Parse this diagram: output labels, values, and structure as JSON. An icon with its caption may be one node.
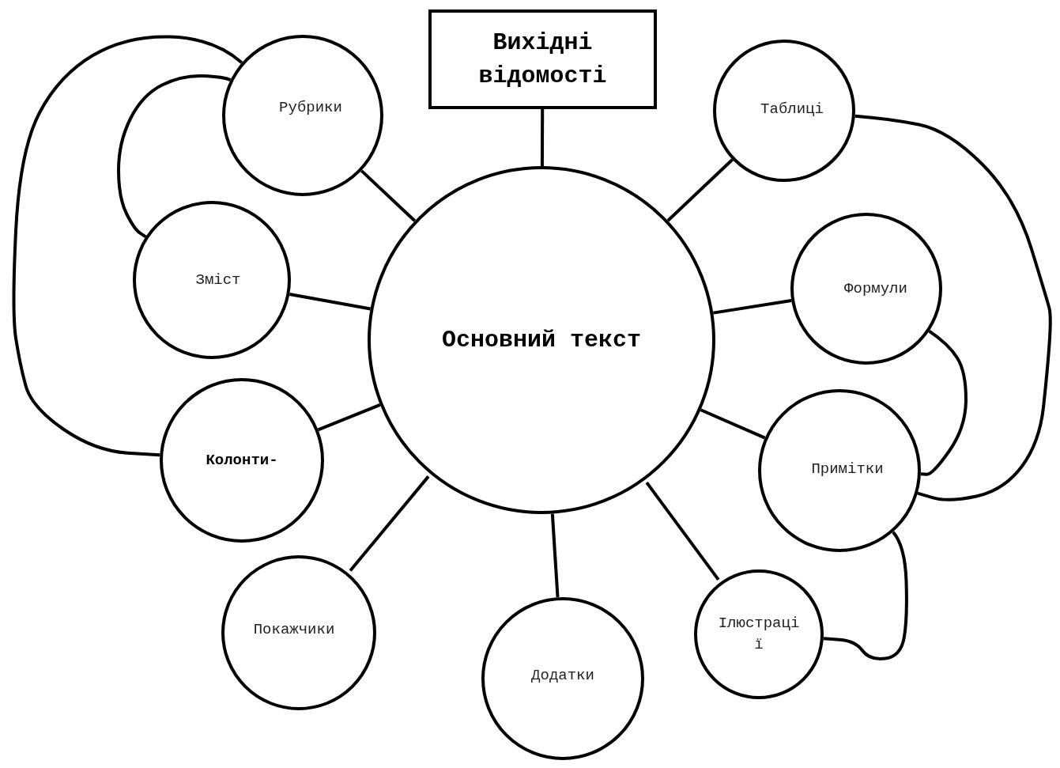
{
  "diagram": {
    "nodes": [
      {
        "text": [
          "Вихідні відомості"
        ]
      },
      {
        "text": [
          "Рубрики"
        ]
      },
      {
        "text": [
          "Таблиці"
        ]
      },
      {
        "text": [
          "Зміст"
        ]
      },
      {
        "text": [
          "Основний текст"
        ]
      },
      {
        "text": [
          "Формули"
        ]
      },
      {
        "text": [
          "Колонти-"
        ]
      },
      {
        "text": [
          "Примітки"
        ]
      },
      {
        "text": [
          "Покажчики"
        ]
      },
      {
        "text": [
          "Додатки"
        ]
      },
      {
        "text": [
          "Ілюстрації"
        ]
      }
    ],
    "edges": [
      {
        "from": 4,
        "to": 0,
        "arrow": "none"
      },
      {
        "from": 4,
        "to": 1,
        "arrow": "none"
      },
      {
        "from": 4,
        "to": 2,
        "arrow": "none"
      },
      {
        "from": 4,
        "to": 3,
        "arrow": "none"
      },
      {
        "from": 4,
        "to": 5,
        "arrow": "none"
      },
      {
        "from": 4,
        "to": 6,
        "arrow": "none"
      },
      {
        "from": 4,
        "to": 7,
        "arrow": "none"
      },
      {
        "from": 4,
        "to": 8,
        "arrow": "none"
      },
      {
        "from": 4,
        "to": 9,
        "arrow": "none"
      },
      {
        "from": 4,
        "to": 10,
        "arrow": "none"
      },
      {
        "from": 1,
        "to": 3,
        "arrow": "none"
      },
      {
        "from": 1,
        "to": 6,
        "arrow": "none"
      },
      {
        "from": 2,
        "to": 7,
        "arrow": "none"
      },
      {
        "from": 5,
        "to": 7,
        "arrow": "none"
      },
      {
        "from": 7,
        "to": 10,
        "arrow": "none"
      }
    ]
  }
}
